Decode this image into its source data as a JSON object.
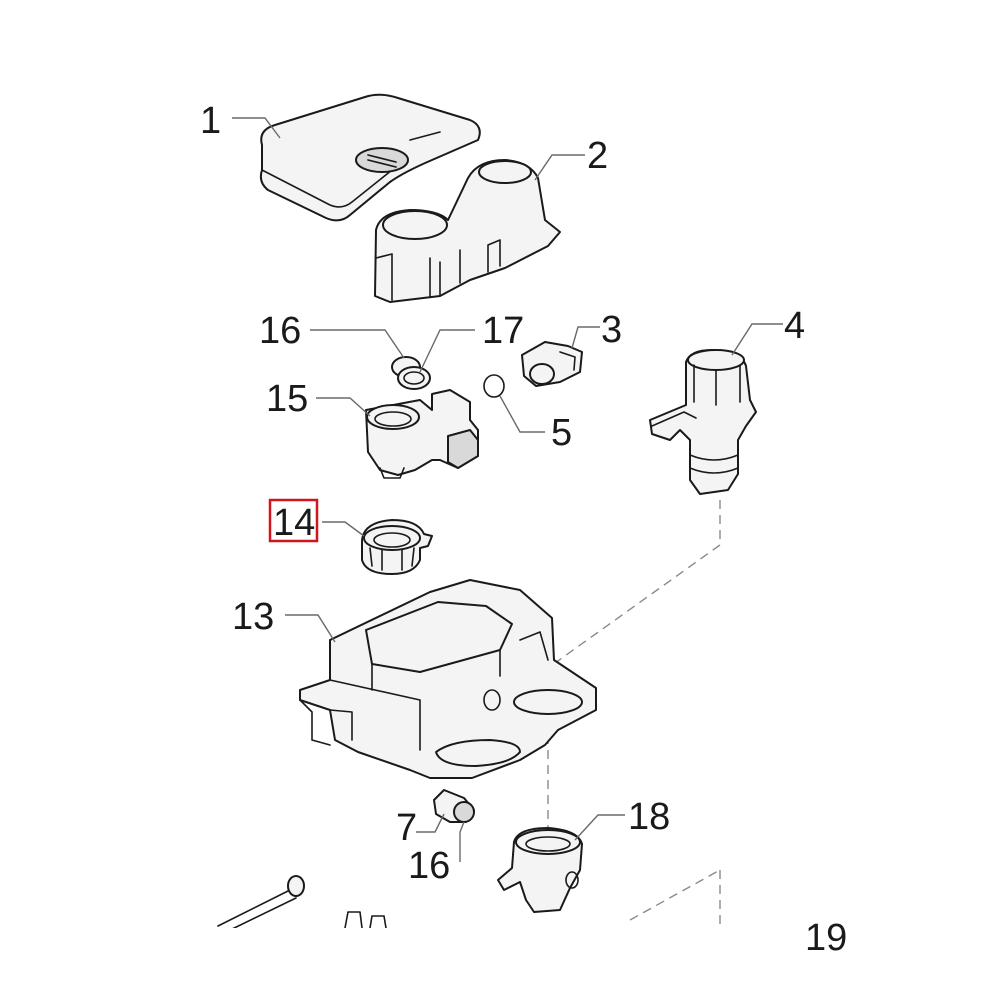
{
  "labels": {
    "p1": "1",
    "p2": "2",
    "p3": "3",
    "p4": "4",
    "p5": "5",
    "p7": "7",
    "p13": "13",
    "p14": "14",
    "p15": "15",
    "p16a": "16",
    "p16b": "16",
    "p17": "17",
    "p18": "18",
    "p19": "19"
  },
  "highlight": {
    "label": "14",
    "color": "#d4141c"
  }
}
